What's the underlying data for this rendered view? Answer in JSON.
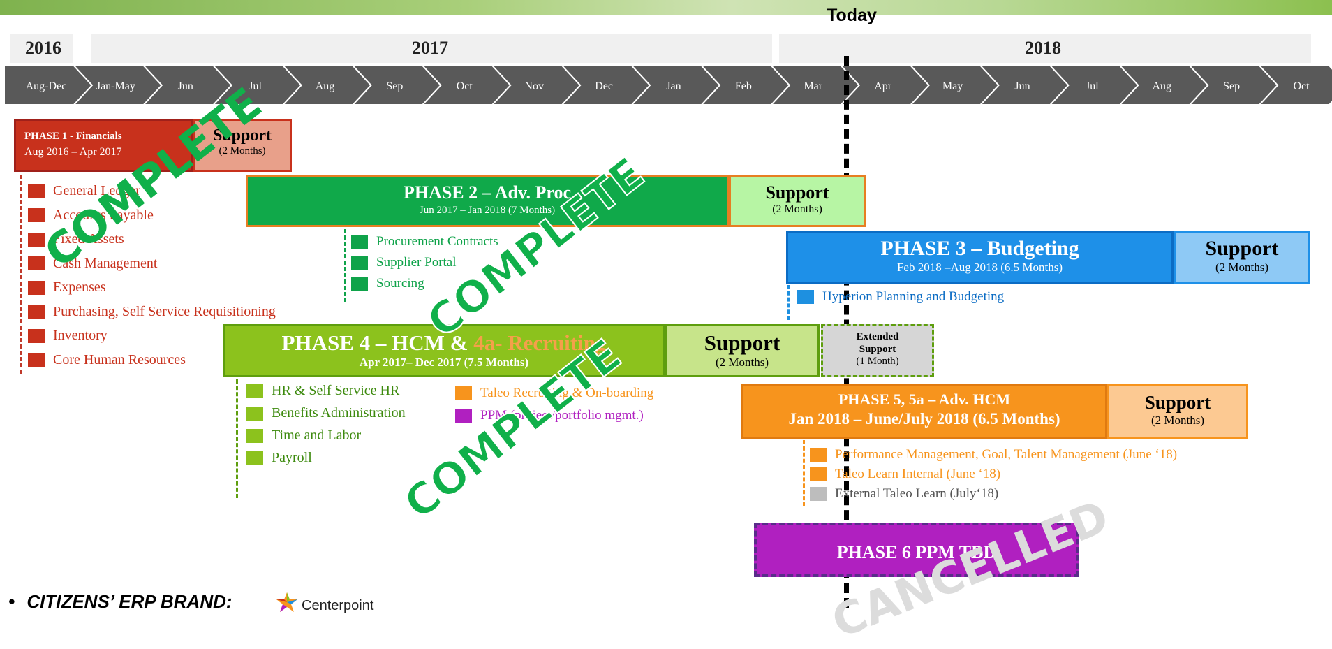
{
  "header": {
    "today_label": "Today",
    "years": [
      "2016",
      "2017",
      "2018"
    ],
    "months": [
      "Aug-Dec",
      "Jan-May",
      "Jun",
      "Jul",
      "Aug",
      "Sep",
      "Oct",
      "Nov",
      "Dec",
      "Jan",
      "Feb",
      "Mar",
      "Apr",
      "May",
      "Jun",
      "Jul",
      "Aug",
      "Sep",
      "Oct"
    ]
  },
  "phase1": {
    "title": "PHASE 1 - Financials",
    "dates": "Aug 2016 –  Apr 2017",
    "support_title": "Support",
    "support_sub": "(2 Months)",
    "items": [
      "General Ledger",
      "Accounts Payable",
      "Fixed Assets",
      "Cash Management",
      "Expenses",
      "Purchasing, Self Service Requisitioning",
      "Inventory",
      "Core Human Resources"
    ],
    "color": "#c0392b"
  },
  "phase2": {
    "title": "PHASE 2 – Adv. Proc",
    "dates": "Jun 2017 – Jan 2018 (7 Months)",
    "support_title": "Support",
    "support_sub": "(2 Months)",
    "items": [
      "Procurement Contracts",
      "Supplier Portal",
      "Sourcing"
    ],
    "color": "#0fa34a"
  },
  "phase3": {
    "title": "PHASE 3 – Budgeting",
    "dates": "Feb  2018 –Aug 2018 (6.5 Months)",
    "support_title": "Support",
    "support_sub": "(2 Months)",
    "items": [
      "Hyperion Planning and Budgeting"
    ],
    "color": "#1e90e0"
  },
  "phase4": {
    "title_a": "PHASE 4 – HCM & ",
    "title_b": "4a- Recruiting",
    "dates": "Apr 2017– Dec 2017 (7.5 Months)",
    "support_title": "Support",
    "support_sub": "(2 Months)",
    "ext_title": "Extended Support",
    "ext_sub": "(1 Month)",
    "items": [
      "HR & Self Service HR",
      "Benefits Administration",
      "Time and Labor",
      "Payroll"
    ],
    "items_b": [
      "Taleo Recruiting & On-boarding",
      "PPM (project/portfolio mgmt.)"
    ],
    "color": "#8cc21d"
  },
  "phase5": {
    "title": "PHASE 5, 5a – Adv. HCM",
    "dates": "Jan 2018 – June/July 2018 (6.5 Months)",
    "support_title": "Support",
    "support_sub": "(2 Months)",
    "items": [
      "Performance Management, Goal, Talent Management (June ‘18)",
      "Taleo Learn Internal (June ‘18)",
      "External Taleo Learn (July‘18)"
    ],
    "color": "#f7941d"
  },
  "phase6": {
    "title": "PHASE  6 PPM  TBD",
    "color": "#b020c0"
  },
  "stamps": {
    "complete": "COMPLETE",
    "cancelled": "CANCELLED"
  },
  "footer": {
    "bullet": "•",
    "brand_label": "CITIZENS’ ERP BRAND:",
    "brand_name": "Centerpoint"
  }
}
